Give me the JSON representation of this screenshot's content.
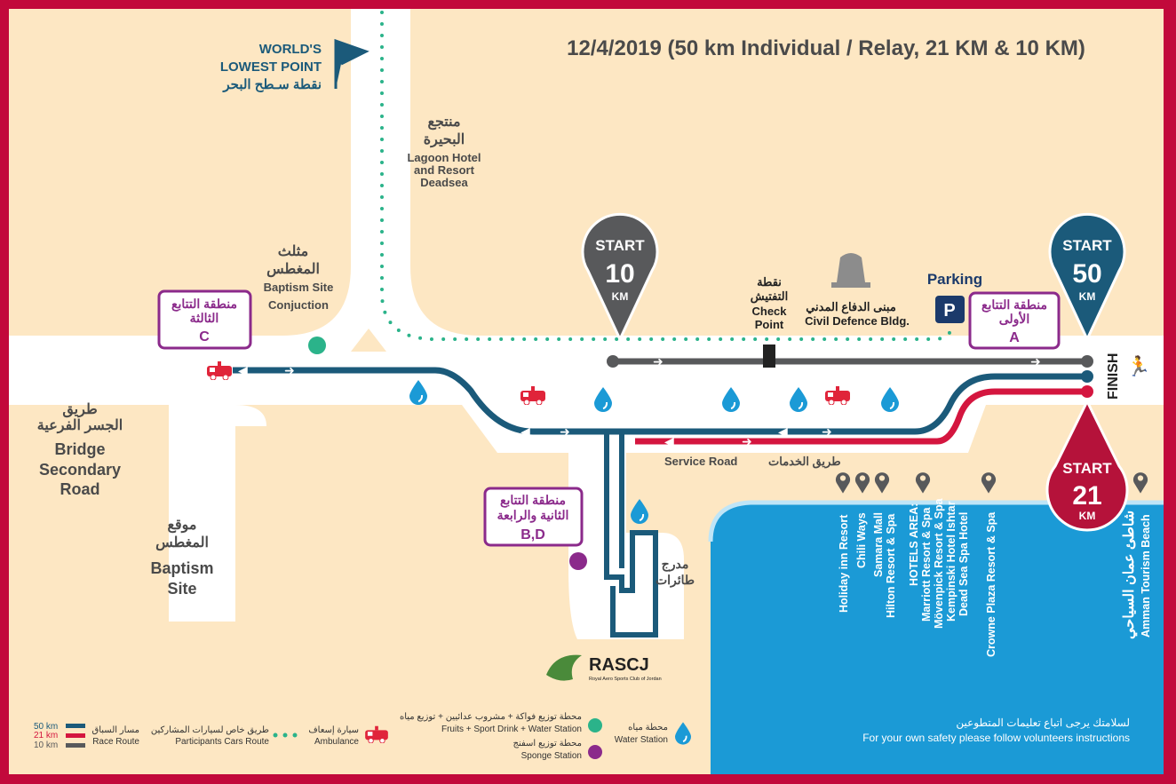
{
  "title": "12/4/2019 (50 km Individual / Relay, 21 KM & 10 KM)",
  "colors": {
    "border": "#c2093b",
    "land": "#fde7c3",
    "sea": "#1b9ad6",
    "km50": "#1b5a7a",
    "km21": "#d4163f",
    "km10": "#58595b",
    "cars": "#2bb38a",
    "sponge": "#8b2a8b",
    "tracking": "#8b2a8b"
  },
  "lowest_point": {
    "en1": "WORLD'S",
    "en2": "LOWEST POINT",
    "ar": "نقطة سـطح البحر"
  },
  "lagoon": {
    "ar1": "منتجع",
    "ar2": "البحيرة",
    "en1": "Lagoon Hotel",
    "en2": "and Resort",
    "en3": "Deadsea"
  },
  "baptism_junction": {
    "ar1": "مثلث",
    "ar2": "المغطس",
    "en1": "Baptism Site",
    "en2": "Conjuction"
  },
  "bridge_road": {
    "ar1": "طريق",
    "ar2": "الجسر الفرعية",
    "en1": "Bridge",
    "en2": "Secondary",
    "en3": "Road"
  },
  "baptism_site": {
    "ar1": "موقع",
    "ar2": "المغطس",
    "en1": "Baptism",
    "en2": "Site"
  },
  "zones": [
    {
      "ar1": "منطقة التتابع",
      "ar2": "الثالثة",
      "letter": "C"
    },
    {
      "ar1": "منطقة التتابع",
      "ar2": "الأولى",
      "letter": "A"
    },
    {
      "ar1": "منطقة التتابع",
      "ar2": "الثانية والرابعة",
      "letter": "B,D"
    }
  ],
  "starts": [
    {
      "label": "START",
      "num": "10",
      "unit": "KM"
    },
    {
      "label": "START",
      "num": "50",
      "unit": "KM"
    },
    {
      "label": "START",
      "num": "21",
      "unit": "KM"
    }
  ],
  "checkpoint": {
    "ar1": "نقطة",
    "ar2": "التفتيش",
    "en1": "Check",
    "en2": "Point"
  },
  "civil_defence": {
    "ar": "مبنى الدفاع المدني",
    "en": "Civil Defence Bldg."
  },
  "parking": {
    "label": "Parking",
    "icon": "P"
  },
  "finish": "FINISH",
  "service_road": {
    "en": "Service Road",
    "ar": "طريق الخدمات"
  },
  "runway": {
    "ar1": "مدرج",
    "ar2": "طائرات"
  },
  "hotels": [
    "Holiday inn Resort",
    "Chili Ways",
    "Samara Mall",
    "Hilton Resort & Spa",
    "HOTELS AREA:",
    "Marriott Resort & Spa",
    "Mövenpick Resort & Spa",
    "Kempinski Hotel Ishtar",
    "Dead Sea Spa Hotel",
    "Crowne Plaza Resort & Spa"
  ],
  "beach": {
    "ar": "شاطئ عمان السياحي",
    "en": "Amman Tourism Beach"
  },
  "logo": {
    "name": "RASCJ",
    "sub": "Royal Aero Sports Club of Jordan"
  },
  "legend": {
    "km50": "50 km",
    "km21": "21 km",
    "km10": "10 km",
    "race_ar": "مسار السباق",
    "race_en": "Race Route",
    "cars_ar": "طريق خاص لسيارات المشاركين",
    "cars_en": "Participants Cars Route",
    "amb_ar": "سيارة إسعاف",
    "amb_en": "Ambulance",
    "fruit_ar": "محطة توزيع فواكة + مشروب عدائيين + توزيع مياه",
    "fruit_en": "Fruits + Sport Drink + Water Station",
    "sponge_ar": "محطة توزيع اسفنج",
    "sponge_en": "Sponge Station",
    "water_ar": "محطة مياه",
    "water_en": "Water Station"
  },
  "safety": {
    "ar": "لسلامتك يرجى اتباع تعليمات المتطوعين",
    "en": "For your own safety please follow volunteers instructions"
  }
}
